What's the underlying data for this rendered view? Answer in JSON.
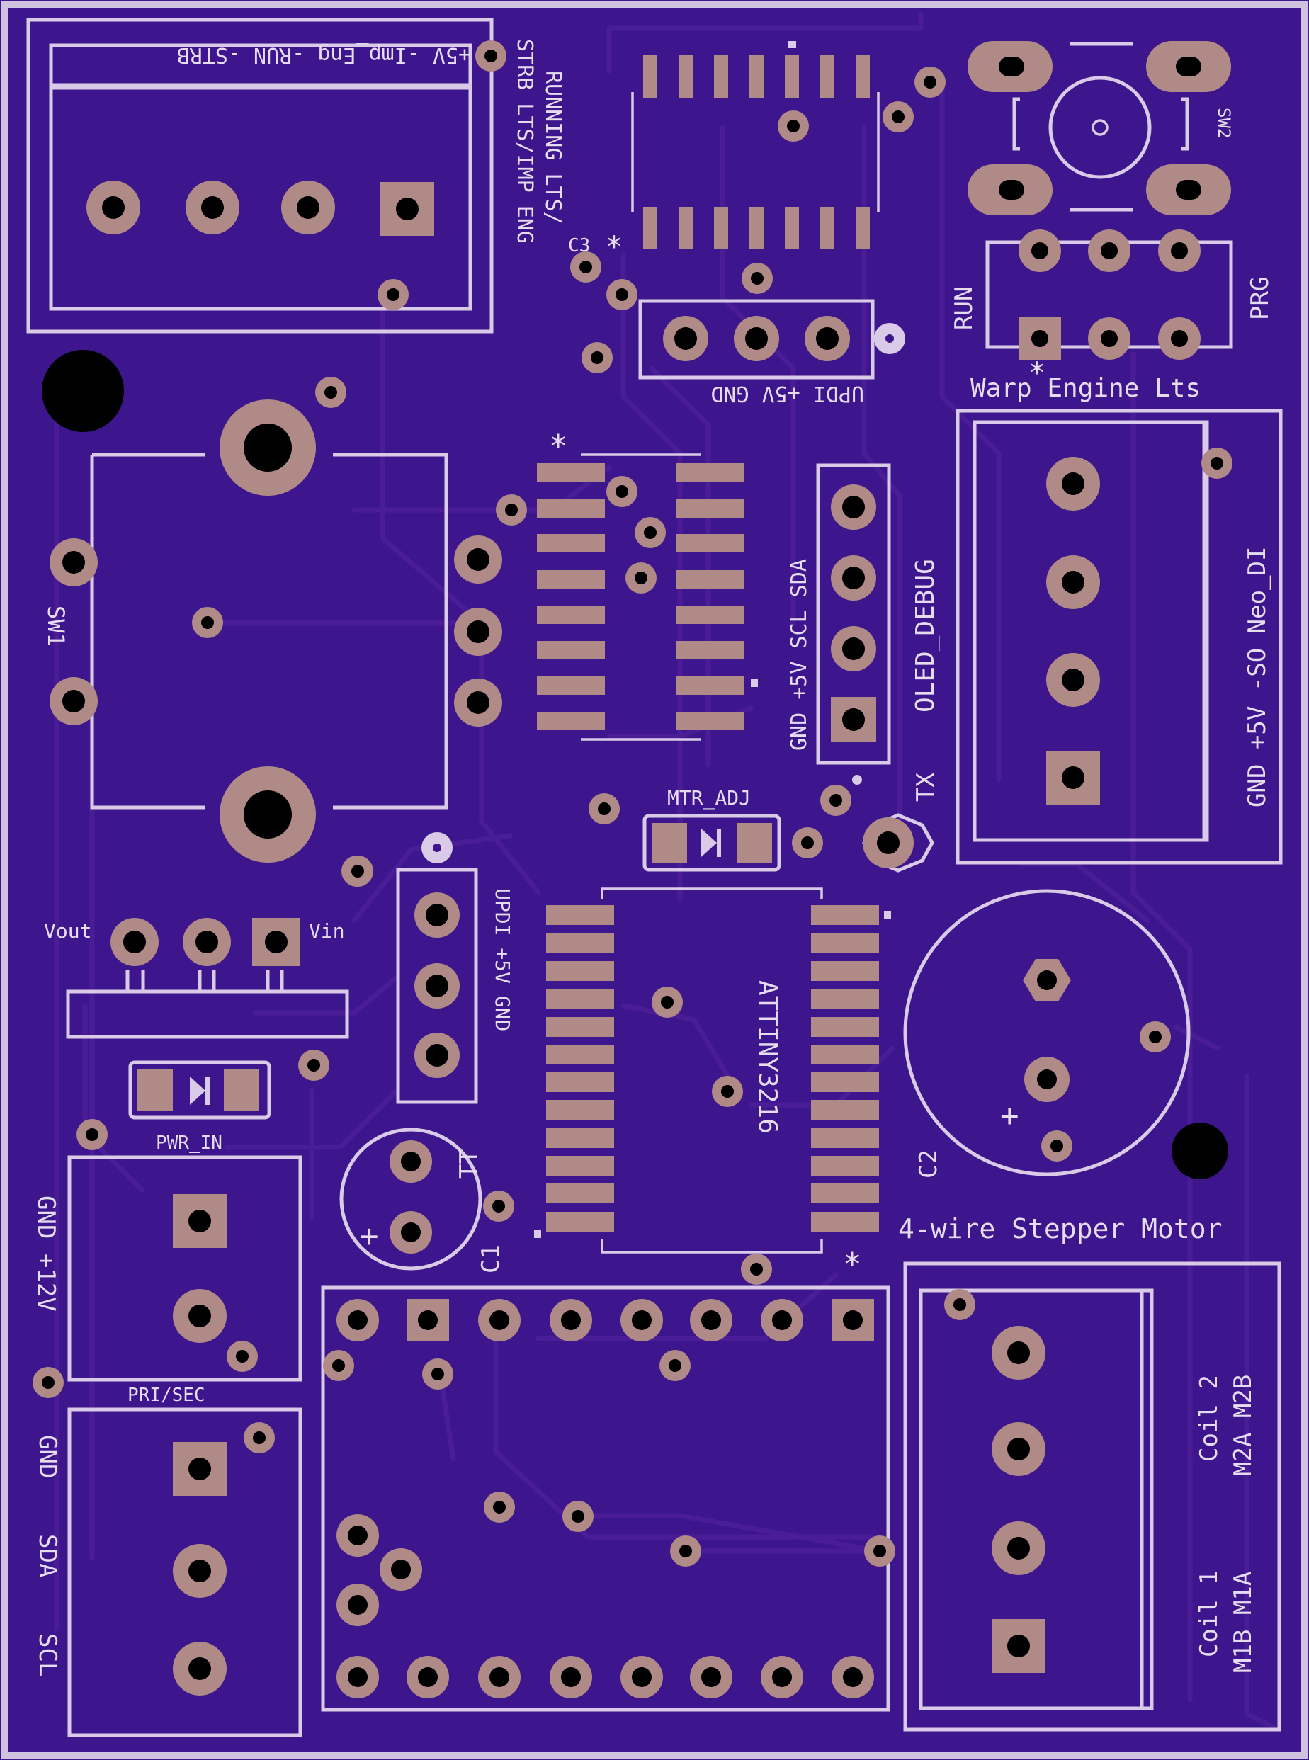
{
  "board": {
    "colors": {
      "substrate": "#3d158c",
      "border": "#d0c3e0",
      "pad": "#b08a86",
      "silk": "#d9cbe8",
      "trace": "#4a1d96"
    }
  },
  "labels": {
    "run_strb_header": "+5V -Imp_Eng -RUN -STRB",
    "running_lts": "RUNNING LTS/",
    "strb_lts": "STRB LTS/IMP ENG",
    "c3": "C3",
    "sw2": "SW2",
    "run": "RUN",
    "prg": "PRG",
    "updi_top": "UPDI +5V GND",
    "warp_engine": "Warp Engine Lts",
    "neo": "GND +5V -SO Neo_DI",
    "sw1": "SW1",
    "oled_pins": "GND +5V SCL SDA",
    "oled_debug": "OLED_DEBUG",
    "mtr_adj": "MTR_ADJ",
    "tx": "TX",
    "vout": "Vout",
    "vin": "Vin",
    "updi_mid": "UPDI +5V GND",
    "attiny": "ATTINY3216",
    "c2": "C2",
    "pwr_in": "PWR_IN",
    "tt": "TT",
    "c1": "C1",
    "stepper": "4-wire Stepper Motor",
    "gnd_12v": "GND +12V",
    "pri_sec": "PRI/SEC",
    "gnd": "GND",
    "sda": "SDA",
    "scl": "SCL",
    "coil2": "Coil 2",
    "m2": "M2A M2B",
    "coil1": "Coil 1",
    "m1": "M1B M1A",
    "plus": "+",
    "star": "*"
  }
}
